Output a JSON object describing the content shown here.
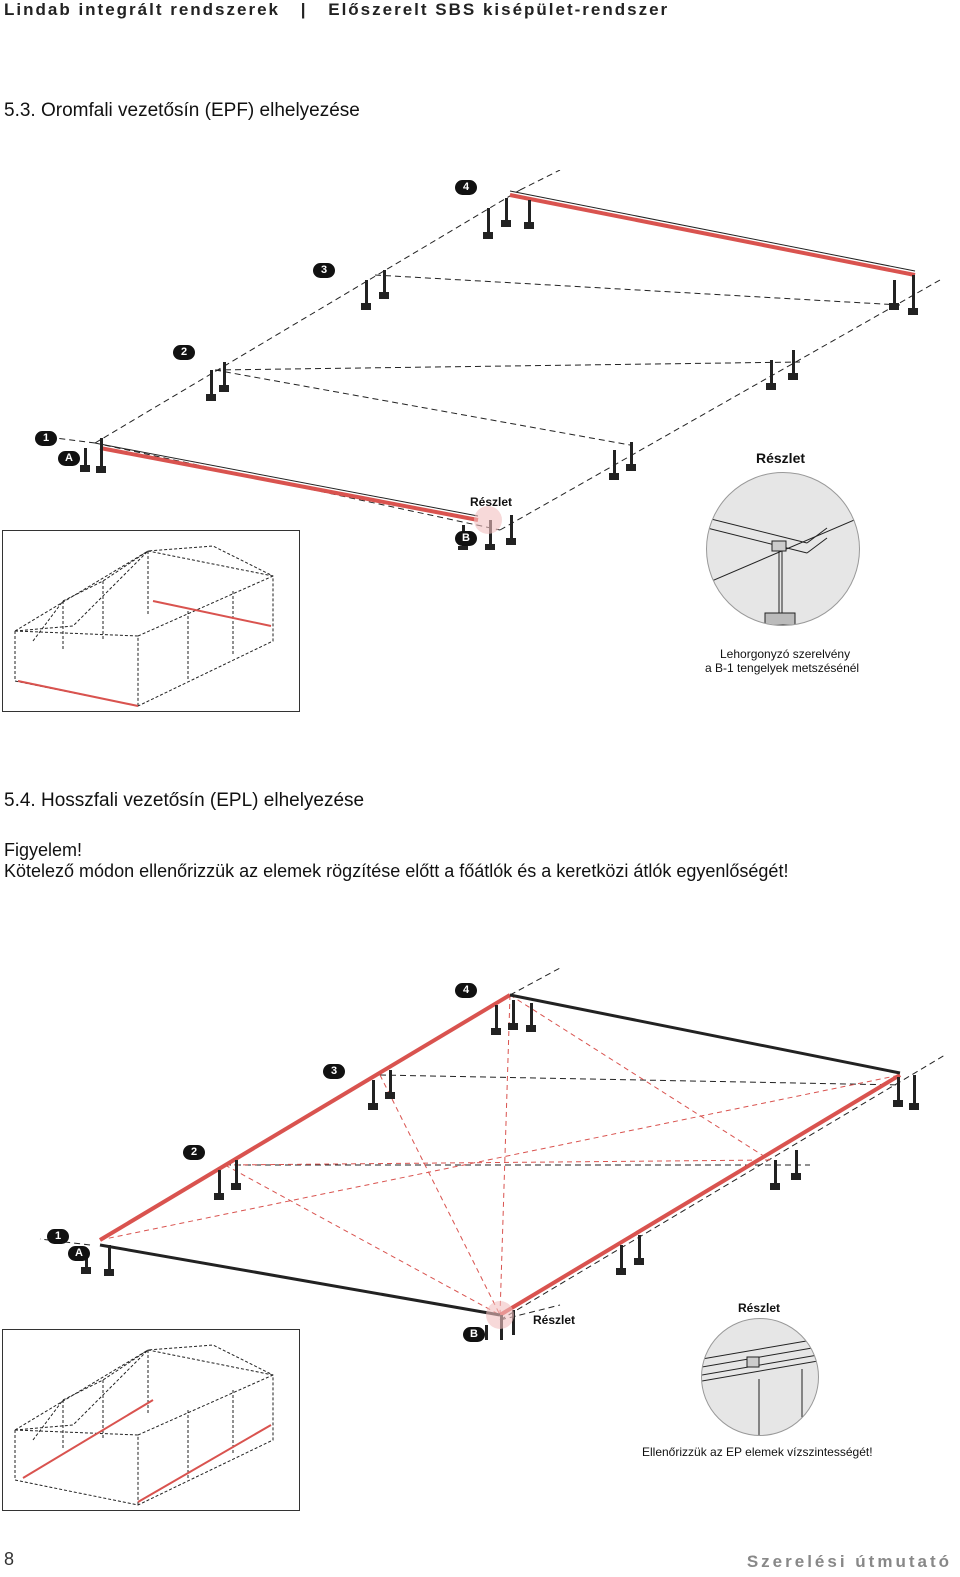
{
  "header": {
    "left": "Lindab integrált rendszerek",
    "separator": "|",
    "right": "Előszerelt SBS kisépület-rendszer"
  },
  "section1": {
    "title": "5.3. Oromfali vezetősín (EPF) elhelyezése",
    "axis_labels": [
      "1",
      "2",
      "3",
      "4",
      "A",
      "B"
    ],
    "detail_label": "Részlet",
    "detail_heading": "Részlet",
    "detail_caption_line1": "Lehorgonyzó szerelvény",
    "detail_caption_line2": "a B-1 tengelyek metszésénél"
  },
  "section2": {
    "title": "5.4. Hosszfali vezetősín (EPL) elhelyezése",
    "warning_title": "Figyelem!",
    "warning_text": "Kötelező módon ellenőrizzük az elemek rögzítése előtt a főátlók és a keretközi átlók egyenlőségét!",
    "axis_labels": [
      "1",
      "2",
      "3",
      "4",
      "A",
      "B"
    ],
    "detail_label": "Részlet",
    "detail_heading": "Részlet",
    "detail_caption": "Ellenőrizzük az EP elemek vízszintességét!"
  },
  "footer": {
    "page_number": "8",
    "title": "Szerelési útmutató"
  },
  "colors": {
    "rail_red": "#d9534f",
    "dashed": "#222222",
    "detail_bg": "#e6e6e6"
  }
}
